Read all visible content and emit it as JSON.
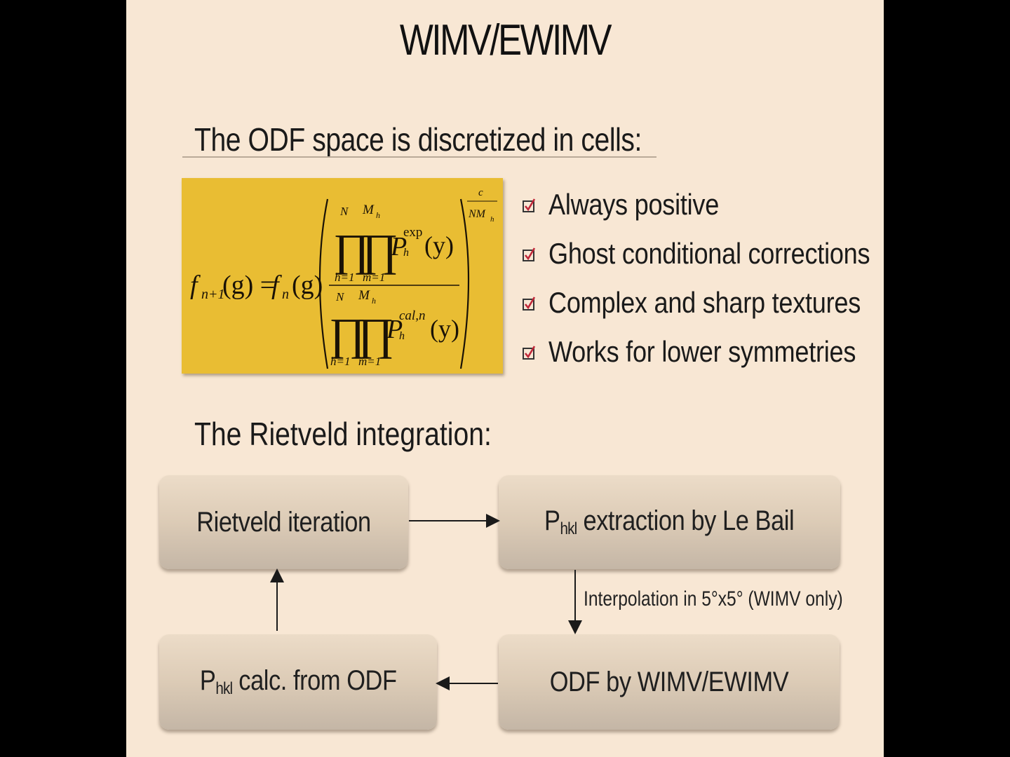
{
  "slide": {
    "title": "WIMV/EWIMV",
    "section1_heading": "The ODF space is discretized in cells:",
    "formula": {
      "lhs_f": "f",
      "lhs_sub": "n+1",
      "lhs_arg": "(g) = ",
      "rhs_f": "f",
      "rhs_sub": "n",
      "rhs_arg": "(g)",
      "num_upper_N": "N",
      "num_upper_M": "M",
      "num_upper_M_sub": "h",
      "num_lower_h": "h=1",
      "num_lower_m": "m=1",
      "num_P": "P",
      "num_P_sub": "h",
      "num_P_sup": "exp",
      "num_arg": "(y)",
      "den_upper_N": "N",
      "den_upper_M": "M",
      "den_upper_M_sub": "h",
      "den_lower_h": "h=1",
      "den_lower_m": "m=1",
      "den_P": "P",
      "den_P_sub": "h",
      "den_P_sup": "cal,n",
      "den_arg": "(y)",
      "exp_num": "c",
      "exp_den": "NM",
      "exp_den_sub": "h",
      "product_symbol": "∏",
      "box_color": "#e9bd33"
    },
    "bullets": [
      {
        "text": "Always positive",
        "icon": "checkbox-checked-icon"
      },
      {
        "text": "Ghost conditional corrections",
        "icon": "checkbox-checked-icon"
      },
      {
        "text": "Complex and sharp textures",
        "icon": "checkbox-checked-icon"
      },
      {
        "text": "Works for lower symmetries",
        "icon": "checkbox-checked-icon"
      }
    ],
    "check_color": "#c0283a",
    "section2_heading": "The Rietveld integration:",
    "flow": {
      "nodes": {
        "rietveld": {
          "label": "Rietveld iteration"
        },
        "extraction": {
          "prefix": "P",
          "sub": "hkl",
          "label": " extraction by Le Bail"
        },
        "odf": {
          "label": "ODF by WIMV/EWIMV"
        },
        "calc": {
          "prefix": "P",
          "sub": "hkl",
          "label": " calc. from ODF"
        }
      },
      "edge_label_extraction_to_odf": "Interpolation in 5°x5° (WIMV only)"
    }
  }
}
